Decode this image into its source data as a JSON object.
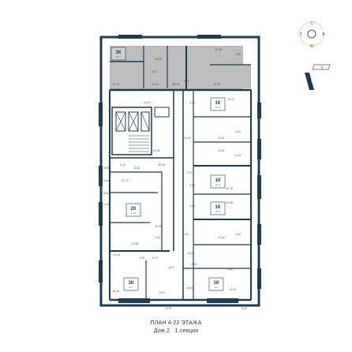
{
  "caption": {
    "line1": "ПЛАН 4-22 ЭТАЖА",
    "house": "Дом 2",
    "section": "1 секция"
  },
  "compass": {
    "n": "С",
    "e": "В",
    "s": "Ю",
    "w": "З"
  },
  "keyplan": {
    "block_label_1": "1",
    "block_label_2": "2"
  },
  "apartments": [
    {
      "id": "apt-3k-top",
      "type": "3К",
      "area": "85,21"
    },
    {
      "id": "apt-1k-a",
      "type": "1К",
      "area": "38,44"
    },
    {
      "id": "apt-1k-b",
      "type": "1К",
      "area": "40,44"
    },
    {
      "id": "apt-1k-c",
      "type": "1К",
      "area": "38,44"
    },
    {
      "id": "apt-2k",
      "type": "2К",
      "area": "61,23"
    },
    {
      "id": "apt-3k-bottom",
      "type": "3К",
      "area": "84,3"
    },
    {
      "id": "apt-1k-d",
      "type": "1К",
      "area": "38,4"
    }
  ],
  "rooms": [
    "16,78",
    "18,09",
    "6,12",
    "11,05",
    "3,40",
    "16,78",
    "10,33",
    "3,22",
    "15,75",
    "14,21",
    "4,30",
    "15,37",
    "10,53",
    "8,04",
    "5,34",
    "11,87",
    "11,87",
    "5,34",
    "3,12",
    "45,06",
    "5,56",
    "3,64",
    "5,26",
    "7,72",
    "3,96",
    "15,76",
    "3,64",
    "11,72",
    "4,03",
    "15,68",
    "2,41",
    "13,31",
    "12,64",
    "2,92",
    "4,33",
    "12,58",
    "6,51",
    "10,03",
    "2,26",
    "3,73",
    "8,02",
    "8,37",
    "3,60",
    "9,82",
    "15,26",
    "8,91",
    "10,69",
    "14,32",
    "8,76",
    "6,32"
  ]
}
